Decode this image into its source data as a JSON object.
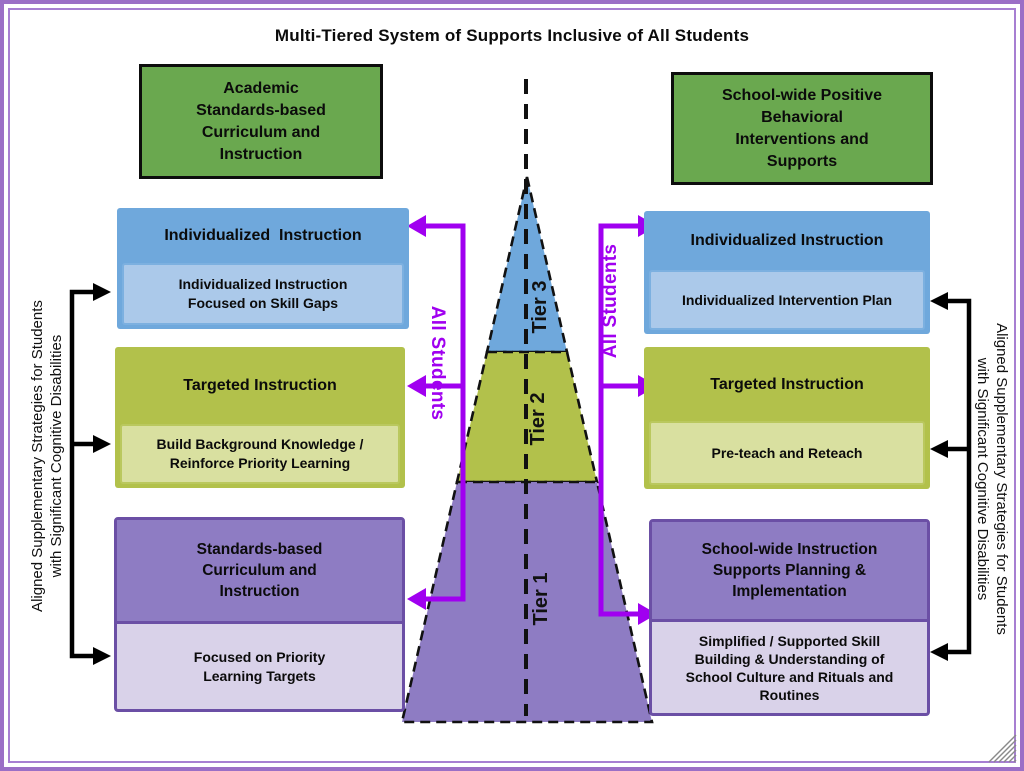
{
  "title": "Multi-Tiered System of Supports Inclusive of All Students",
  "top_banners": {
    "academic": "Academic\nStandards-based\nCurriculum and\nInstruction",
    "behavioral": "School-wide Positive\nBehavioral\nInterventions and\nSupports"
  },
  "left_column": {
    "tier3": {
      "header": "Individualized  Instruction",
      "sub": "Individualized Instruction\nFocused on Skill Gaps"
    },
    "tier2": {
      "header": "Targeted Instruction",
      "sub": "Build Background Knowledge /\nReinforce Priority Learning"
    },
    "tier1": {
      "header": "Standards-based\nCurriculum and\nInstruction",
      "sub": "Focused on Priority\nLearning Targets"
    }
  },
  "right_column": {
    "tier3": {
      "header": "Individualized Instruction",
      "sub": "Individualized Intervention Plan"
    },
    "tier2": {
      "header": "Targeted Instruction",
      "sub": "Pre-teach and Reteach"
    },
    "tier1": {
      "header": "School-wide Instruction\nSupports Planning &\nImplementation",
      "sub": "Simplified / Supported Skill\nBuilding & Understanding of\nSchool Culture and Rituals and\nRoutines"
    }
  },
  "pyramid": {
    "tier3_label": "Tier 3",
    "tier2_label": "Tier 2",
    "tier1_label": "Tier 1"
  },
  "rails": {
    "left_label": "All Students",
    "right_label": "All Students"
  },
  "side_notes": {
    "left": "Aligned Supplementary Strategies for Students\nwith Significant Cognitive Disabilities",
    "right": "Aligned Supplementary Strategies for Students\nwith Significant Cognitive Disabilities"
  },
  "colors": {
    "frame_purple": "#9b6fc6",
    "banner_green": "#6aa84f",
    "tier3_blue": "#6fa8dc",
    "tier3_blue_light": "#abc9ea",
    "tier2_olive": "#b2c14b",
    "tier2_olive_light": "#d9e0a0",
    "tier1_purple": "#8e7cc3",
    "tier1_purple_light": "#d9d2e9",
    "tier1_purple_border": "#6b4fa5",
    "all_students_purple": "#a000f0",
    "outline_black": "#111111"
  }
}
